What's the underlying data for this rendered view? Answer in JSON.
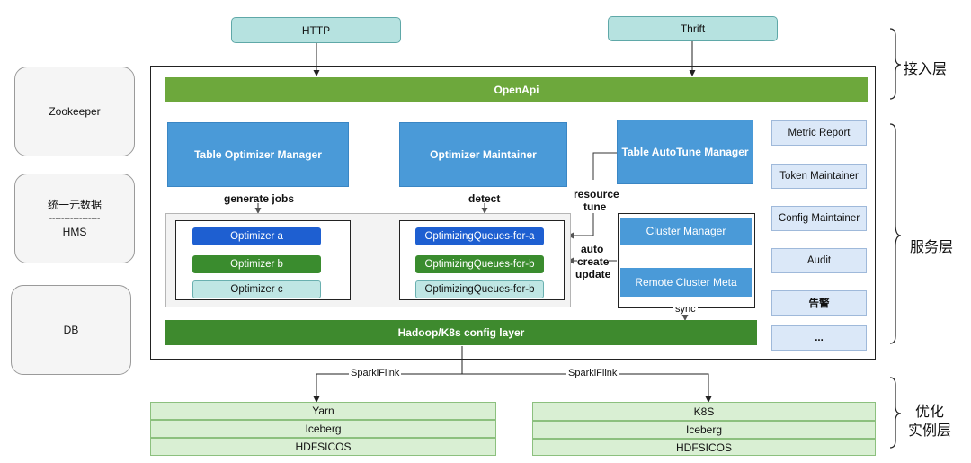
{
  "protocols": {
    "http": "HTTP",
    "thrift": "Thrift"
  },
  "left": {
    "zookeeper": "Zookeeper",
    "metastore_cn": "统一元数据",
    "metastore_divider": "-----------------",
    "metastore_hms": "HMS",
    "db": "DB"
  },
  "layers": {
    "access": "接入层",
    "service": "服务层",
    "opt_line1": "优化",
    "opt_line2": "实例层"
  },
  "main": {
    "openapi": "OpenApi",
    "table_optimizer_manager": "Table Optimizer Manager",
    "optimizer_maintainer": "Optimizer Maintainer",
    "table_autotune_manager": "Table AutoTune Manager",
    "generate_jobs": "generate jobs",
    "detect": "detect",
    "resource": "resource",
    "tune": "tune",
    "auto": "auto",
    "create": "create",
    "update": "update",
    "optimizers": [
      "Optimizer a",
      "Optimizer b",
      "Optimizer c"
    ],
    "queues": [
      "OptimizingQueues-for-a",
      "OptimizingQueues-for-b",
      "OptimizingQueues-for-b"
    ],
    "cluster_manager": "Cluster Manager",
    "remote_cluster_meta": "Remote Cluster Meta",
    "sync": "sync",
    "config_layer": "Hadoop/K8s config layer"
  },
  "services": [
    "Metric Report",
    "Token Maintainer",
    "Config Maintainer",
    "Audit",
    "告警",
    "..."
  ],
  "instances": {
    "edge_label": "SparklFlink",
    "left_stack": [
      "Yarn",
      "Iceberg",
      "HDFSICOS"
    ],
    "right_stack": [
      "K8S",
      "Iceberg",
      "HDFSICOS"
    ]
  },
  "colors": {
    "openapi": "#6da83c",
    "config_layer": "#3e8a2e",
    "blue": "#4a9ad8",
    "optimizer_a": "#1e5fd1",
    "optimizer_b": "#3a8c2e",
    "optimizer_c": "#bfe6e4"
  }
}
